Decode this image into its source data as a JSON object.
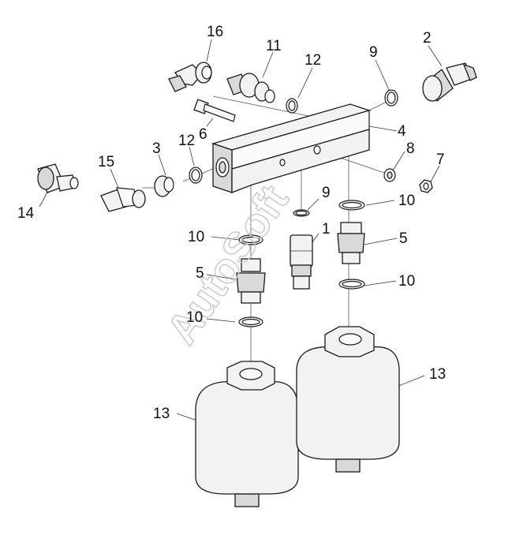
{
  "diagram": {
    "watermark": "AutoSoft",
    "callouts": [
      "16",
      "11",
      "12",
      "9",
      "2",
      "6",
      "4",
      "3",
      "12",
      "8",
      "7",
      "15",
      "14",
      "9",
      "10",
      "1",
      "10",
      "5",
      "5",
      "10",
      "10",
      "13",
      "13"
    ]
  },
  "colors": {
    "line": "#1a1a1a",
    "fill": "#f2f2f2",
    "watermark": "#c8c8c8"
  }
}
